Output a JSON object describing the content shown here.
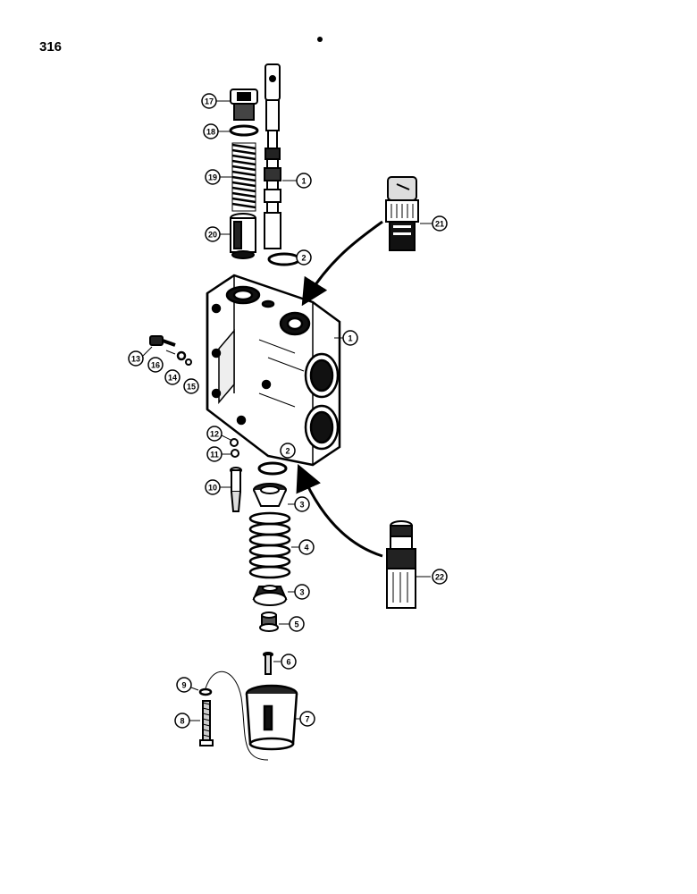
{
  "page": {
    "number": "316"
  },
  "callouts": {
    "c1a": "1",
    "c1b": "1",
    "c2a": "2",
    "c2b": "2",
    "c3a": "3",
    "c3b": "3",
    "c4": "4",
    "c5": "5",
    "c6": "6",
    "c7": "7",
    "c8": "8",
    "c9": "9",
    "c10": "10",
    "c11": "11",
    "c12": "12",
    "c13": "13",
    "c14": "14",
    "c15": "15",
    "c16": "16",
    "c17": "17",
    "c18": "18",
    "c19": "19",
    "c20": "20",
    "c21": "21",
    "c22": "22"
  }
}
